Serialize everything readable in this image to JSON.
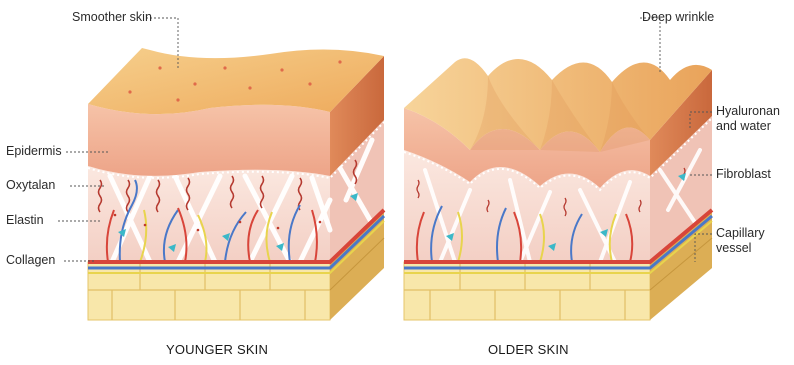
{
  "labels": {
    "smoother_skin": "Smoother skin",
    "deep_wrinkle": "Deep wrinkle",
    "epidermis": "Epidermis",
    "oxytalan": "Oxytalan",
    "elastin": "Elastin",
    "collagen": "Collagen",
    "hyaluronan_line1": "Hyaluronan",
    "hyaluronan_line2": "and water",
    "fibroblast": "Fibroblast",
    "capillary_line1": "Capillary",
    "capillary_line2": "vessel"
  },
  "captions": {
    "younger": "YOUNGER SKIN",
    "older": "OLDER SKIN"
  },
  "colors": {
    "surface": "#f4c07a",
    "epidermis_front": "#f2b49a",
    "epidermis_side": "#d97848",
    "dermis": "#f7d9d0",
    "collagen": "#ffffff",
    "elastin": "#c0392b",
    "oxytalan": "#b03a2e",
    "vessel_red": "#d8453a",
    "vessel_blue": "#4a78c8",
    "nerve_yellow": "#e8d44d",
    "fibroblast": "#3bb8c8",
    "fat": "#f7e6a8",
    "fat_side": "#d2a24a"
  }
}
